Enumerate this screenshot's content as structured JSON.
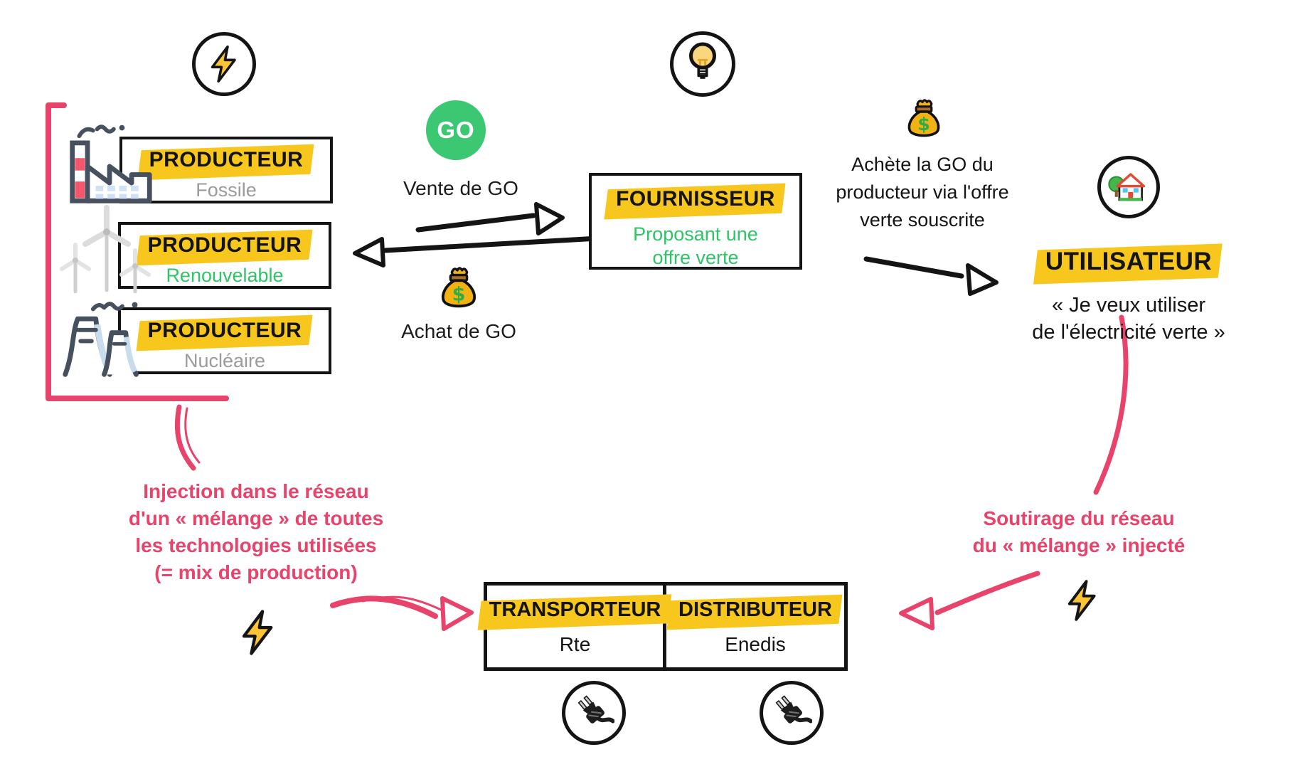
{
  "colors": {
    "accent_pink": "#e8436b",
    "highlight_yellow": "#f8c71e",
    "green_text": "#2fc467",
    "go_green": "#3cc873",
    "subtitle_gray": "#9b9b9b",
    "ink": "#141414"
  },
  "producers": {
    "fossile": {
      "title": "PRODUCTEUR",
      "subtitle": "Fossile"
    },
    "renouvelable": {
      "title": "PRODUCTEUR",
      "subtitle": "Renouvelable"
    },
    "nucleaire": {
      "title": "PRODUCTEUR",
      "subtitle": "Nucléaire"
    }
  },
  "go_badge": {
    "label": "GO"
  },
  "labels": {
    "vente": "Vente de GO",
    "achat": "Achat de GO"
  },
  "fournisseur": {
    "title": "FOURNISSEUR",
    "line1": "Proposant une",
    "line2": "offre verte"
  },
  "achete": {
    "line1": "Achète la GO du",
    "line2": "producteur via l'offre",
    "line3": "verte souscrite"
  },
  "utilisateur": {
    "title": "UTILISATEUR",
    "line1": "« Je veux utiliser",
    "line2": "de l'électricité verte »"
  },
  "injection": {
    "line1": "Injection dans le réseau",
    "line2": "d'un « mélange » de toutes",
    "line3": "les technologies utilisées",
    "line4": "(= mix de production)"
  },
  "soutirage": {
    "line1": "Soutirage du réseau",
    "line2": "du « mélange » injecté"
  },
  "transporteur": {
    "title": "TRANSPORTEUR",
    "name": "Rte"
  },
  "distributeur": {
    "title": "DISTRIBUTEUR",
    "name": "Enedis"
  },
  "icons": {
    "top_left": "lightning-icon",
    "top_middle": "lightbulb-icon",
    "producer_1": "factory-icon",
    "producer_2": "wind-turbine-icon",
    "producer_3": "nuclear-plant-icon",
    "payment": "money-bag-icon",
    "user": "house-icon",
    "network": "plug-icon",
    "energy": "lightning-bolt-icon"
  }
}
